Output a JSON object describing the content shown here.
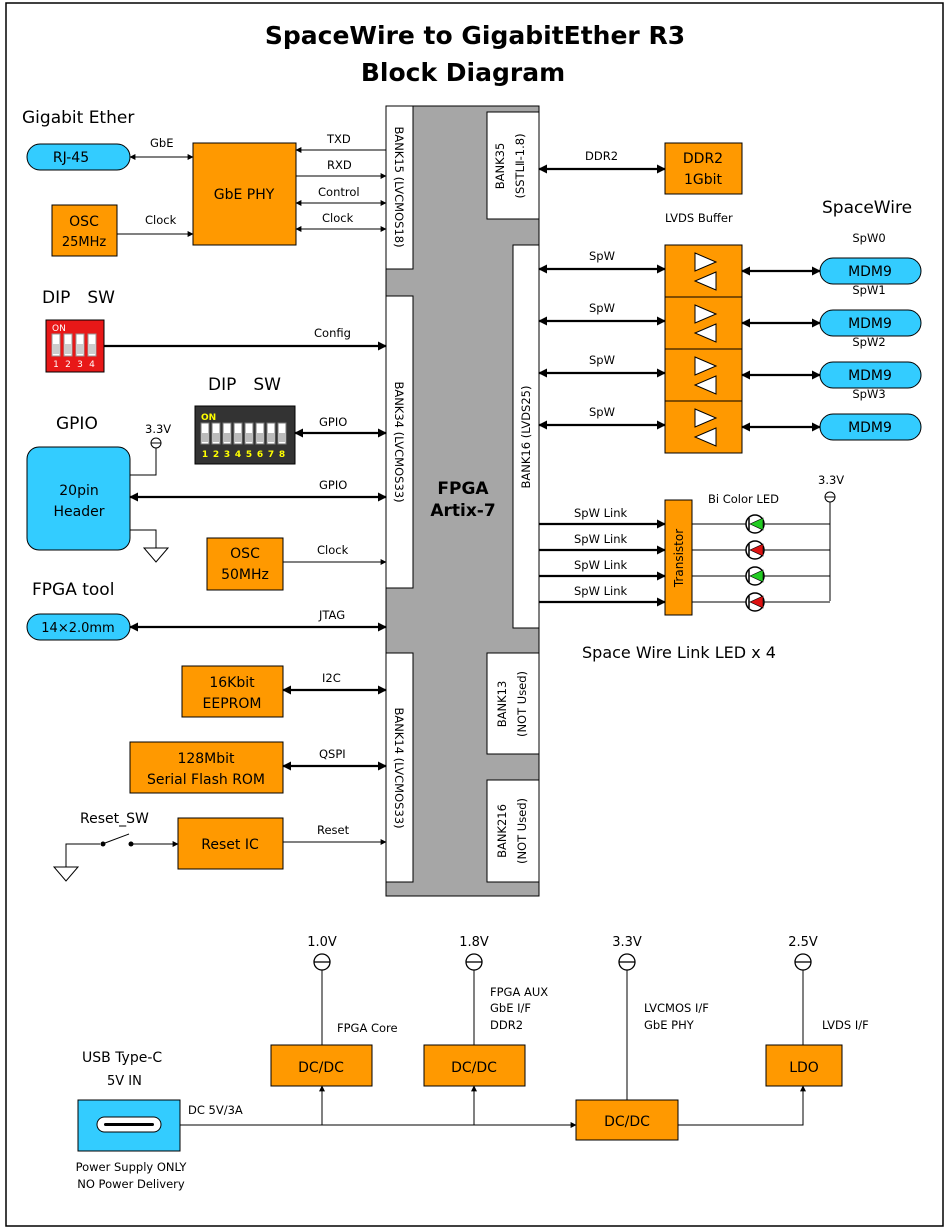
{
  "title": {
    "line1": "SpaceWire to GigabitEther R3",
    "line2": "Block Diagram"
  },
  "colors": {
    "orange": "#FF9900",
    "cyan": "#33CCFF",
    "gray": "#A6A6A6",
    "green": "#22CC22",
    "red": "#DD1111",
    "dipRed": "#E81818",
    "dipDark": "#333333",
    "dipYellow": "#FFFF00"
  },
  "fpga": {
    "name": "FPGA",
    "part": "Artix-7"
  },
  "banks": {
    "bank15": "BANK15 (LVCMOS18)",
    "bank34": "BANK34 (LVCMOS33)",
    "bank14": "BANK14 (LVCMOS33)",
    "bank35_1": "BANK35",
    "bank35_2": "(SSTLⅡ-1.8)",
    "bank16": "BANK16 (LVDS25)",
    "bank13_1": "BANK13",
    "bank13_2": "(NOT Used)",
    "bank216_1": "BANK216",
    "bank216_2": "(NOT Used)"
  },
  "left": {
    "gigabit_ether": "Gigabit Ether",
    "rj45": "RJ-45",
    "gbe": "GbE",
    "gbe_phy": "GbE PHY",
    "osc1_1": "OSC",
    "osc1_2": "25MHz",
    "clock1": "Clock",
    "txd": "TXD",
    "rxd": "RXD",
    "control": "Control",
    "clock2": "Clock",
    "dip1": "DIP　SW",
    "dip1_on": "ON",
    "dip1_nums": [
      "1",
      "2",
      "3",
      "4"
    ],
    "config": "Config",
    "dip2": "DIP　SW",
    "dip2_on": "ON",
    "dip2_nums": [
      "1",
      "2",
      "3",
      "4",
      "5",
      "6",
      "7",
      "8"
    ],
    "gpio_title": "GPIO",
    "v33a": "3.3V",
    "header1": "20pin",
    "header2": "Header",
    "gpio1": "GPIO",
    "gpio2": "GPIO",
    "osc2_1": "OSC",
    "osc2_2": "50MHz",
    "clock3": "Clock",
    "fpga_tool": "FPGA tool",
    "jtag_conn": "14×2.0mm",
    "jtag": "JTAG",
    "eeprom1": "16Kbit",
    "eeprom2": "EEPROM",
    "i2c": "I2C",
    "flash1": "128Mbit",
    "flash2": "Serial Flash ROM",
    "qspi": "QSPI",
    "reset_sw": "Reset_SW",
    "reset_ic": "Reset IC",
    "reset": "Reset"
  },
  "right": {
    "ddr2_sig": "DDR2",
    "ddr2_1": "DDR2",
    "ddr2_2": "1Gbit",
    "lvds_buffer": "LVDS Buffer",
    "spacewire": "SpaceWire",
    "spw_labels": [
      "SpW",
      "SpW",
      "SpW",
      "SpW"
    ],
    "ports": [
      "SpW0",
      "SpW1",
      "SpW2",
      "SpW3"
    ],
    "mdm9": [
      "MDM9",
      "MDM9",
      "MDM9",
      "MDM9"
    ],
    "link_labels": [
      "SpW Link",
      "SpW Link",
      "SpW Link",
      "SpW Link"
    ],
    "transistor": "Transistor",
    "bicolor": "Bi Color LED",
    "v33b": "3.3V",
    "link_led": "Space Wire Link LED x 4"
  },
  "power": {
    "v10": "1.0V",
    "v18": "1.8V",
    "v33": "3.3V",
    "v25": "2.5V",
    "fpga_core": "FPGA Core",
    "aux1": "FPGA AUX",
    "aux2": "GbE I/F",
    "aux3": "DDR2",
    "lvcmos1": "LVCMOS I/F",
    "lvcmos2": "GbE PHY",
    "lvds": "LVDS I/F",
    "dcdc1": "DC/DC",
    "dcdc2": "DC/DC",
    "dcdc3": "DC/DC",
    "ldo": "LDO",
    "usb_title": "USB Type-C",
    "usb_5v": "5V IN",
    "dc_in": "DC 5V/3A",
    "note1": "Power Supply ONLY",
    "note2": "NO Power Delivery"
  }
}
